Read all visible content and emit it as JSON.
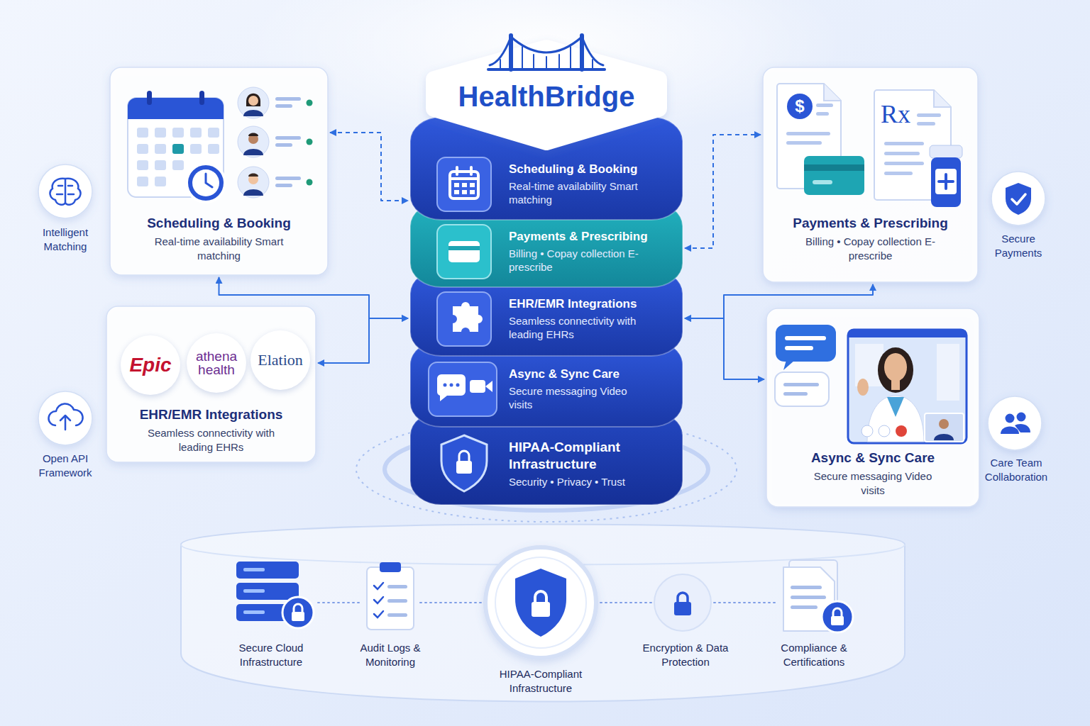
{
  "diagram": {
    "title": "HealthBridge",
    "nodes": [
      {
        "text": [
          "Scheduling & Booking",
          "Real-time availability Smart matching"
        ]
      },
      {
        "text": [
          "Scheduling & Booking",
          "Real-time availability Smart matching"
        ]
      },
      {
        "text": [
          "Payments & Prescribing",
          "Billing • Copay collection E-prescribe"
        ]
      },
      {
        "text": [
          "Payments & Prescribing",
          "Billing • Copay collection E-prescribe"
        ]
      },
      {
        "text": [
          "EHR/EMR Integrations",
          "Seamless connectivity with leading EHRs"
        ]
      },
      {
        "text": [
          "Epic"
        ],
        "in": 4
      },
      {
        "text": [
          "athena health"
        ],
        "in": 4
      },
      {
        "text": [
          "Elation"
        ],
        "in": 4
      },
      {
        "text": [
          "EHR/EMR Integrations",
          "Seamless connectivity with leading EHRs"
        ]
      },
      {
        "text": [
          "Async & Sync Care",
          "Secure messaging Video visits"
        ]
      },
      {
        "text": [
          "Async & Sync Care",
          "Secure messaging Video visits"
        ]
      },
      {
        "text": [
          "HIPAA-Compliant Infrastructure",
          "Security • Privacy • Trust"
        ]
      }
    ],
    "edges": [
      {
        "from": 0,
        "to": 1,
        "arrow": "both"
      },
      {
        "from": 2,
        "to": 3,
        "arrow": "both"
      },
      {
        "from": 0,
        "to": 8,
        "arrow": "both"
      },
      {
        "from": 4,
        "to": 8,
        "arrow": "both"
      },
      {
        "from": 8,
        "to": 3,
        "arrow": "both"
      },
      {
        "from": 8,
        "to": 10,
        "arrow": "both"
      }
    ],
    "labels": [
      "Intelligent Matching",
      "Open API Framework",
      "Secure Payments",
      "Care Team Collaboration",
      "$",
      "Rx",
      "Secure Cloud Infrastructure",
      "Audit Logs & Monitoring",
      "HIPAA-Compliant Infrastructure",
      "Encryption & Data Protection",
      "Compliance & Certifications"
    ]
  }
}
